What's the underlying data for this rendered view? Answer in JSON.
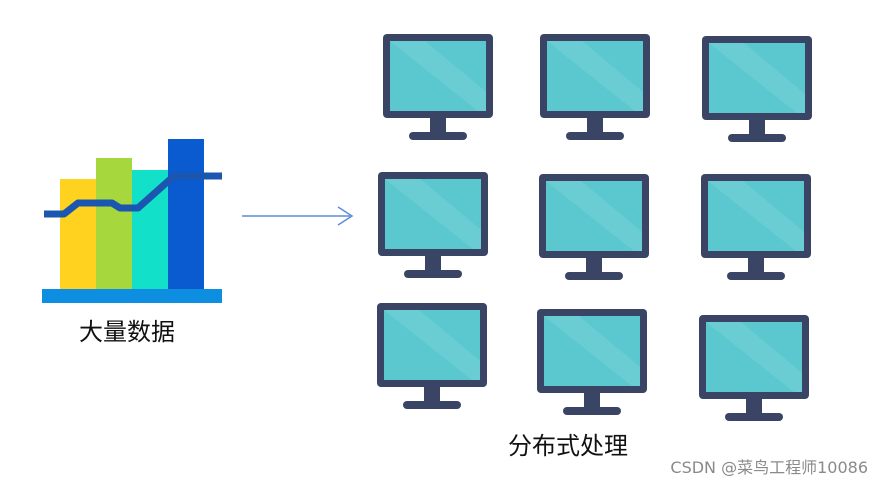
{
  "left_label": "大量数据",
  "right_label": "分布式处理",
  "watermark": "CSDN @菜鸟工程师10086",
  "colors": {
    "bar_yellow": "#FFD21F",
    "bar_green": "#A6D73D",
    "bar_cyan": "#13E0C8",
    "bar_blue": "#0B5BD0",
    "trend_line": "#1B56B0",
    "base": "#0D8EE0",
    "arrow": "#5B8DD6",
    "monitor_frame": "#3A4566",
    "monitor_screen": "#5BC8D0"
  },
  "chart_icon": {
    "bars": [
      {
        "name": "bar-yellow",
        "value": 0.63,
        "color_key": "bar_yellow"
      },
      {
        "name": "bar-green",
        "value": 0.75,
        "color_key": "bar_green"
      },
      {
        "name": "bar-cyan",
        "value": 0.68,
        "color_key": "bar_cyan"
      },
      {
        "name": "bar-blue",
        "value": 0.86,
        "color_key": "bar_blue"
      }
    ]
  },
  "monitor_grid": {
    "rows": 3,
    "cols": 3
  }
}
